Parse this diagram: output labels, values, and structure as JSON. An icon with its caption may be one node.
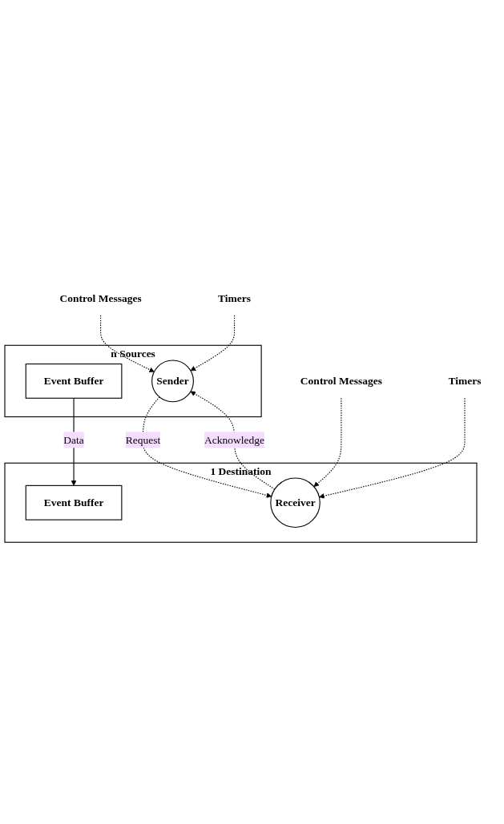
{
  "diagram": {
    "nodes": [
      {
        "text": [
          "n Sources"
        ]
      },
      {
        "text": [
          "Event Buffer"
        ],
        "in": 0
      },
      {
        "text": [
          "Sender"
        ],
        "in": 0
      },
      {
        "text": [
          "Control Messages"
        ]
      },
      {
        "text": [
          "Timers"
        ]
      },
      {
        "text": [
          "1 Destination"
        ]
      },
      {
        "text": [
          "Receiver"
        ],
        "in": 5
      },
      {
        "text": [
          "Event Buffer"
        ],
        "in": 5
      },
      {
        "text": [
          "Control Messages"
        ]
      },
      {
        "text": [
          "Timers"
        ]
      }
    ],
    "edges": [
      {
        "from": 3,
        "to": 2,
        "arrow": "to",
        "style": "dashed"
      },
      {
        "from": 4,
        "to": 2,
        "arrow": "to",
        "style": "dashed"
      },
      {
        "from": 1,
        "to": 7,
        "arrow": "to",
        "label": "Data"
      },
      {
        "from": 2,
        "to": 6,
        "arrow": "to",
        "label": "Request",
        "style": "dashed"
      },
      {
        "from": 6,
        "to": 2,
        "arrow": "to",
        "label": "Acknowledge",
        "style": "dashed"
      },
      {
        "from": 8,
        "to": 6,
        "arrow": "to",
        "style": "dashed"
      },
      {
        "from": 9,
        "to": 6,
        "arrow": "to",
        "style": "dashed"
      }
    ]
  }
}
